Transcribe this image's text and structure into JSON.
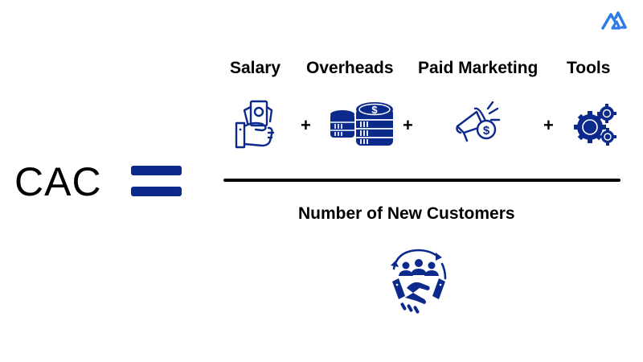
{
  "brand": {
    "logo_icon": "mountain-peaks-logo-icon",
    "logo_color": "#2f7be8"
  },
  "formula": {
    "lhs": "CAC",
    "operator_icon": "equals-icon",
    "operator_color": "#0b2a8c",
    "numerator": {
      "terms": [
        {
          "label": "Salary",
          "icon": "hand-holding-cash-icon"
        },
        {
          "label": "Overheads",
          "icon": "coin-stacks-dollar-icon"
        },
        {
          "label": "Paid Marketing",
          "icon": "megaphone-dollar-icon"
        },
        {
          "label": "Tools",
          "icon": "gears-icon"
        }
      ],
      "operators": [
        "+",
        "+",
        "+"
      ]
    },
    "denominator": {
      "label": "Number of New Customers",
      "icon": "team-handshake-icon"
    }
  },
  "colors": {
    "icon_navy": "#0b2a8c",
    "text": "#000000",
    "background": "#ffffff"
  }
}
